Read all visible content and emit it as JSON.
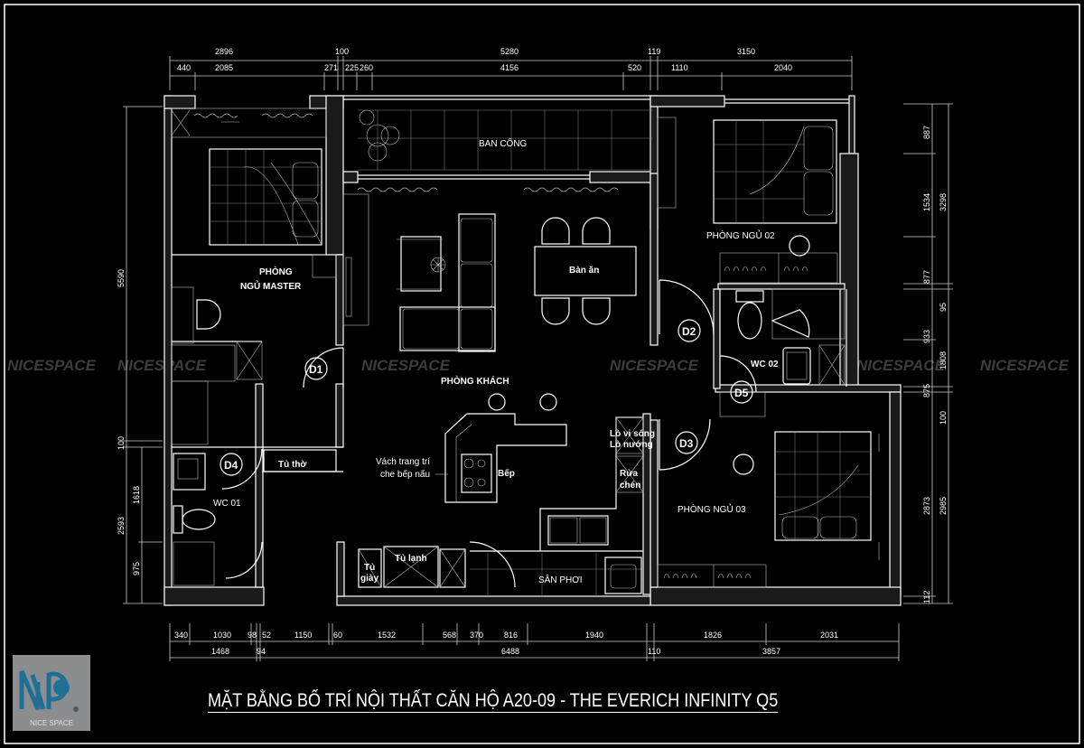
{
  "title": "MẶT BẰNG BỐ TRÍ NỘI THẤT CĂN HỘ A20-09 - THE EVERICH INFINITY Q5",
  "logo": {
    "text": "NICE SPACE",
    "mark": "NP"
  },
  "watermark": "NICESPACE",
  "rooms": {
    "balcony": "BAN CÔNG",
    "master_1": "PHÒNG",
    "master_2": "NGỦ MASTER",
    "bedroom2": "PHÒNG NGỦ 02",
    "dining": "Bàn ăn",
    "living": "PHÒNG KHÁCH",
    "wc02": "WC 02",
    "altar": "Tủ thờ",
    "partition_1": "Vách trang trí",
    "partition_2": "che bếp nấu",
    "stove": "Bếp",
    "oven_1": "Lò vi sóng",
    "oven_2": "Lò nướng",
    "dish_1": "Rửa",
    "dish_2": "chén",
    "wc01": "WC 01",
    "bedroom3": "PHÒNG NGỦ 03",
    "shoe_1": "Tủ",
    "shoe_2": "giày",
    "fridge": "Tủ lạnh",
    "drying": "SÂN PHƠI"
  },
  "doors": [
    "D1",
    "D2",
    "D3",
    "D4",
    "D5"
  ],
  "dimensions": {
    "top_overall": [
      "2896",
      "100",
      "5280",
      "119",
      "3150"
    ],
    "top_detail": [
      "440",
      "2085",
      "271",
      "225",
      "260",
      "4156",
      "520",
      "1110",
      "2040"
    ],
    "bottom_detail": [
      "340",
      "1030",
      "98",
      "52",
      "1150",
      "60",
      "1532",
      "568",
      "370",
      "816",
      "1940",
      "1826",
      "2031"
    ],
    "bottom_overall": [
      "1468",
      "94",
      "6488",
      "110",
      "3857"
    ],
    "left_overall": [
      "5590",
      "100",
      "2593"
    ],
    "left_detail": [
      "1618",
      "975"
    ],
    "right_detail": [
      "887",
      "1534",
      "877",
      "933",
      "875",
      "2873",
      "112"
    ],
    "right_overall": [
      "3298",
      "95",
      "1808",
      "100",
      "2985"
    ]
  },
  "colors": {
    "background": "#000000",
    "lines": "#ffffff",
    "logo_bg": "#8b8d8f",
    "logo_blue": "#1f6f96"
  }
}
